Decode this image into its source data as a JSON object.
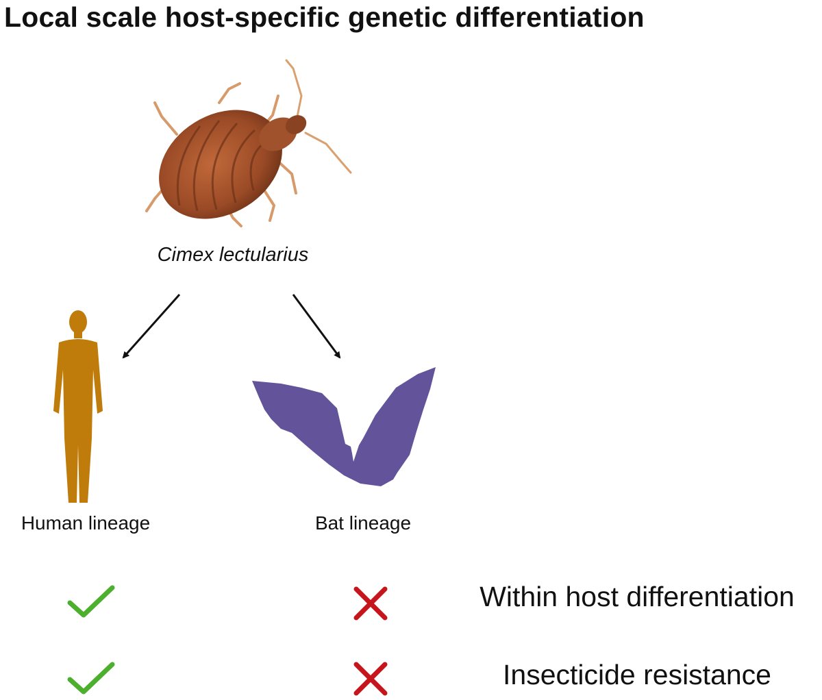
{
  "title": "Local scale host-specific genetic differentiation",
  "species": "Cimex lectularius",
  "lineages": [
    {
      "label": "Human lineage",
      "icon": "human-silhouette-icon",
      "color": "#c07c0a"
    },
    {
      "label": "Bat lineage",
      "icon": "bat-silhouette-icon",
      "color": "#62539b"
    }
  ],
  "traits": [
    {
      "label": "Within host differentiation",
      "human": "check",
      "bat": "cross"
    },
    {
      "label": "Insecticide resistance",
      "human": "check",
      "bat": "cross"
    }
  ],
  "colors": {
    "check": "#4caf2e",
    "cross": "#c4161c",
    "bedbug": "#a55530",
    "arrow": "#111111"
  }
}
